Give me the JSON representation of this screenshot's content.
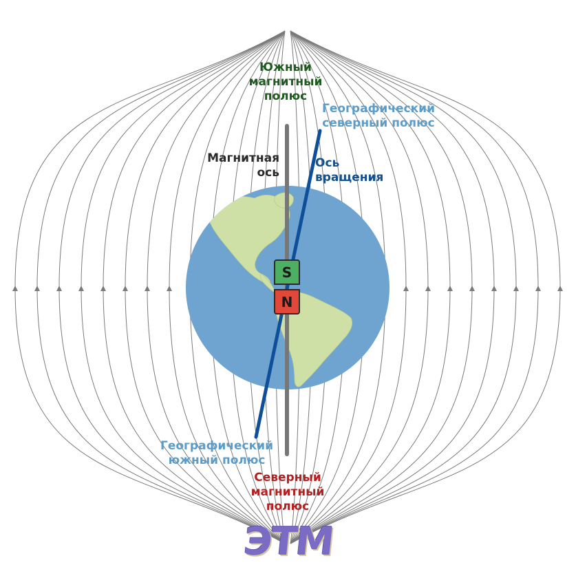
{
  "labels": {
    "south_magnetic_pole": [
      "Южный",
      "магнитный",
      "полюс"
    ],
    "geographic_north_pole": [
      "Географический",
      "северный полюс"
    ],
    "magnetic_axis": [
      "Магнитная",
      "ось"
    ],
    "rotation_axis": [
      "Ось",
      "вращения"
    ],
    "geographic_south_pole": [
      "Географический",
      "южный полюс"
    ],
    "north_magnetic_pole": [
      "Северный",
      "магнитный",
      "полюс"
    ]
  },
  "magnet": {
    "top_pole": "S",
    "bottom_pole": "N"
  },
  "logo_text": "ЭТМ",
  "colors": {
    "field_lines": "#7a7a7a",
    "ocean": "#6ea4cf",
    "land": "#cfe0a6",
    "magnetic_axis": "#777777",
    "rotation_axis": "#0f4f9a",
    "south_magnetic_pole_label": "#1f5a1f",
    "north_magnetic_pole_label": "#b42020",
    "geographic_pole_labels": "#5c9cc8"
  }
}
